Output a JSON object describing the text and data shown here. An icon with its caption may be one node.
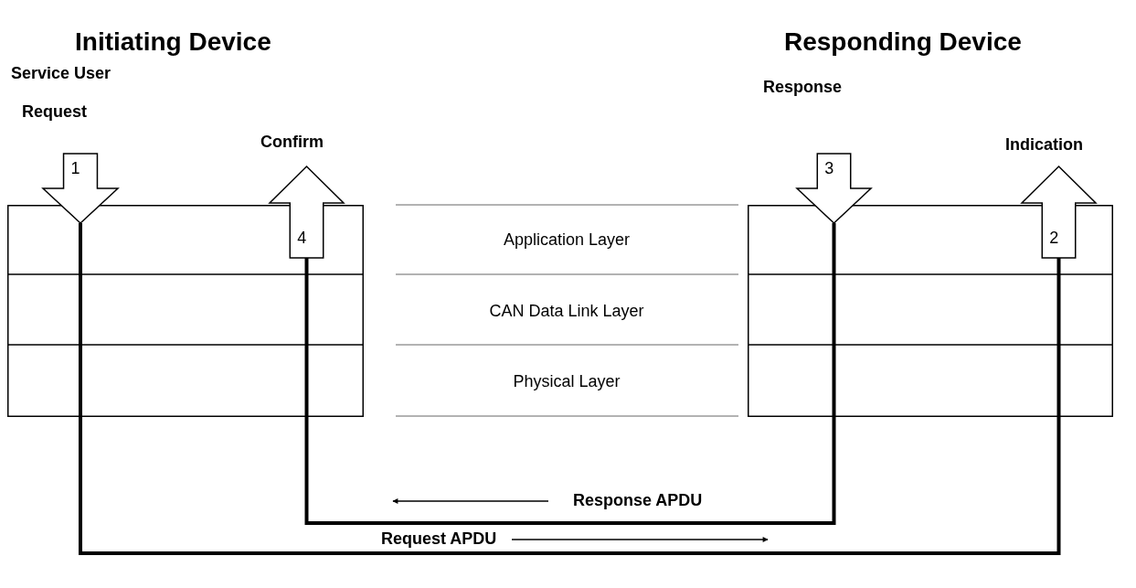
{
  "diagram": {
    "nodes": [
      {
        "text": [
          "1"
        ],
        "beside": [
          "Request"
        ]
      },
      {
        "text": [
          "4"
        ],
        "beside": [
          "Confirm"
        ]
      },
      {
        "text": [
          "3"
        ],
        "beside": [
          "Response"
        ]
      },
      {
        "text": [
          "2"
        ],
        "beside": [
          "Indication"
        ]
      }
    ],
    "edges": [
      {
        "from": 0,
        "to": 3,
        "arrow": "none",
        "label": "Request APDU"
      },
      {
        "from": 2,
        "to": 1,
        "arrow": "none",
        "label": "Response APDU"
      }
    ],
    "labels": [
      "Initiating Device",
      "Responding Device",
      "Service User",
      "Application Layer",
      "CAN Data Link Layer",
      "Physical Layer"
    ]
  }
}
